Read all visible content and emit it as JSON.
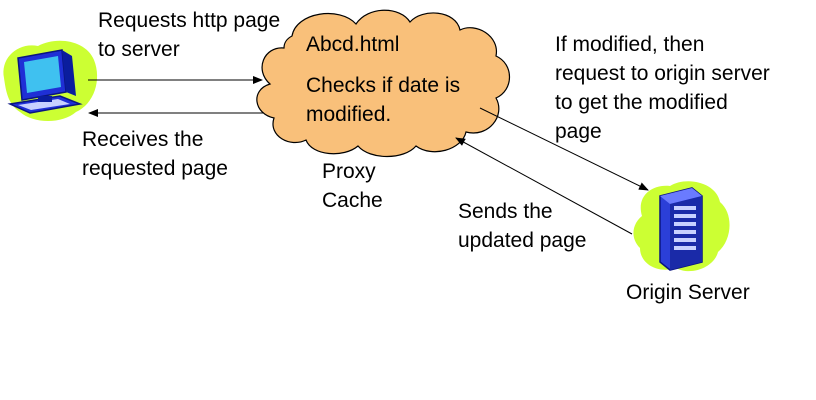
{
  "diagram": {
    "cloud": {
      "file_name": "Abcd.html",
      "check_lines": [
        "Checks if date is",
        "modified."
      ],
      "caption_lines": [
        "Proxy",
        "Cache"
      ]
    },
    "client_to_proxy_lines": [
      "Requests http page",
      "to server"
    ],
    "proxy_to_client_lines": [
      "Receives the",
      "requested page"
    ],
    "proxy_to_origin_lines": [
      "If modified, then",
      "request to origin server",
      "to get the modified",
      "page"
    ],
    "origin_to_proxy_lines": [
      "Sends the",
      "updated page"
    ],
    "origin_caption": "Origin Server",
    "colors": {
      "cloud_fill": "#f9c07a",
      "blob_green": "#ccff33",
      "computer_blue": "#1f2fd6",
      "server_blue": "#2b3fd8",
      "arrow": "#000000"
    }
  }
}
